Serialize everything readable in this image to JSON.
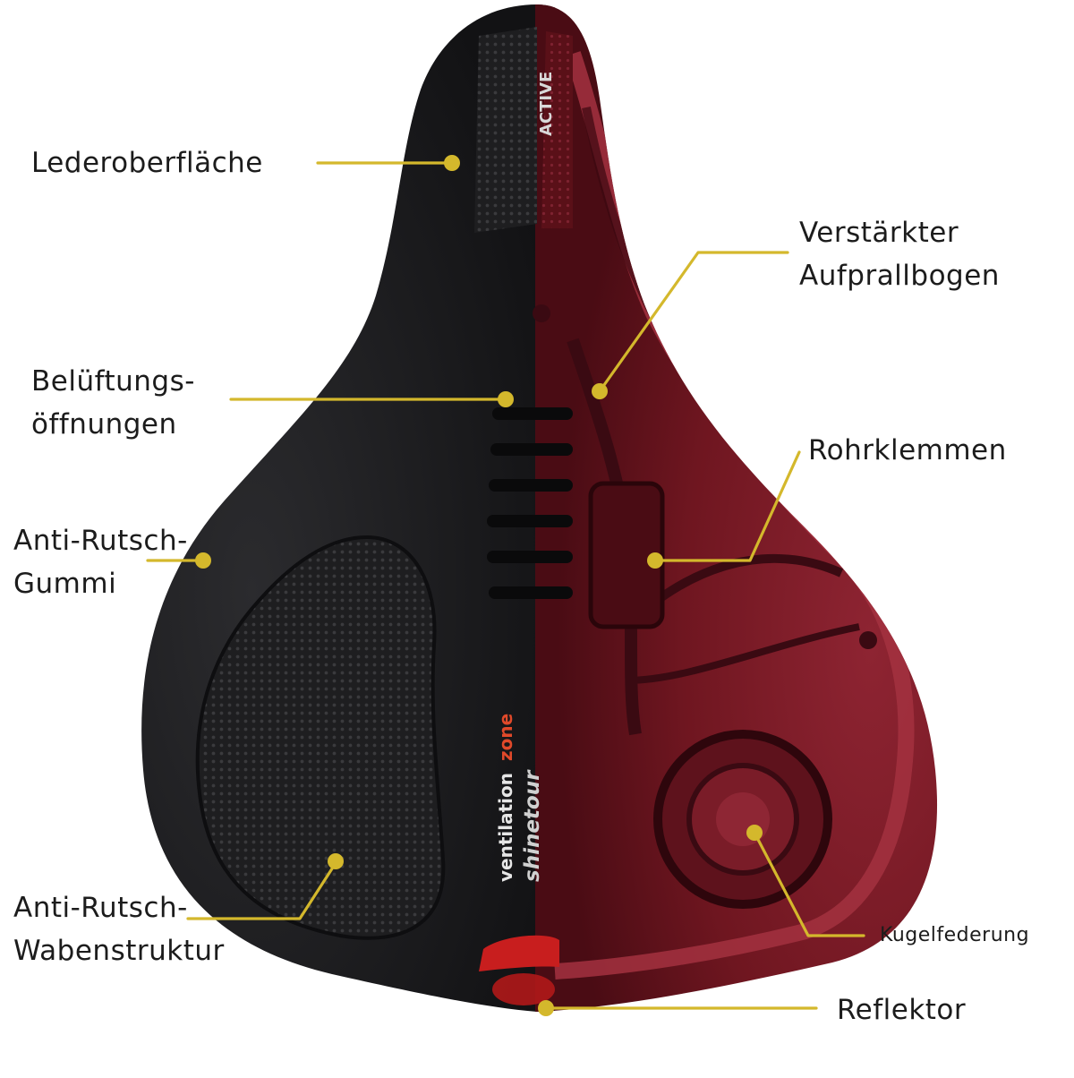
{
  "annotations": {
    "leather": {
      "text": "Lederoberfläche"
    },
    "impact_arc": {
      "lines": [
        "Verstärkter",
        "Aufprallbogen"
      ]
    },
    "ventilation": {
      "lines": [
        "Belüftungs-",
        "öffnungen"
      ]
    },
    "tube_clamps": {
      "text": "Rohrklemmen"
    },
    "anti_slip_rubber": {
      "lines": [
        "Anti-Rutsch-",
        "Gummi"
      ]
    },
    "honeycomb": {
      "lines": [
        "Anti-Rutsch-",
        "Wabenstruktur"
      ]
    },
    "ball_spring": {
      "text": "Kugelfederung"
    },
    "reflector": {
      "text": "Reflektor"
    }
  },
  "saddle_print": {
    "active": "ACTIVE",
    "ventilation": "ventilation",
    "zone": "zone",
    "brand": "shinetour"
  },
  "colors": {
    "accent": "#d4b82c",
    "leather": "#1d1d1f",
    "cutaway": "#7a1824",
    "reflector": "#c81e1e"
  }
}
